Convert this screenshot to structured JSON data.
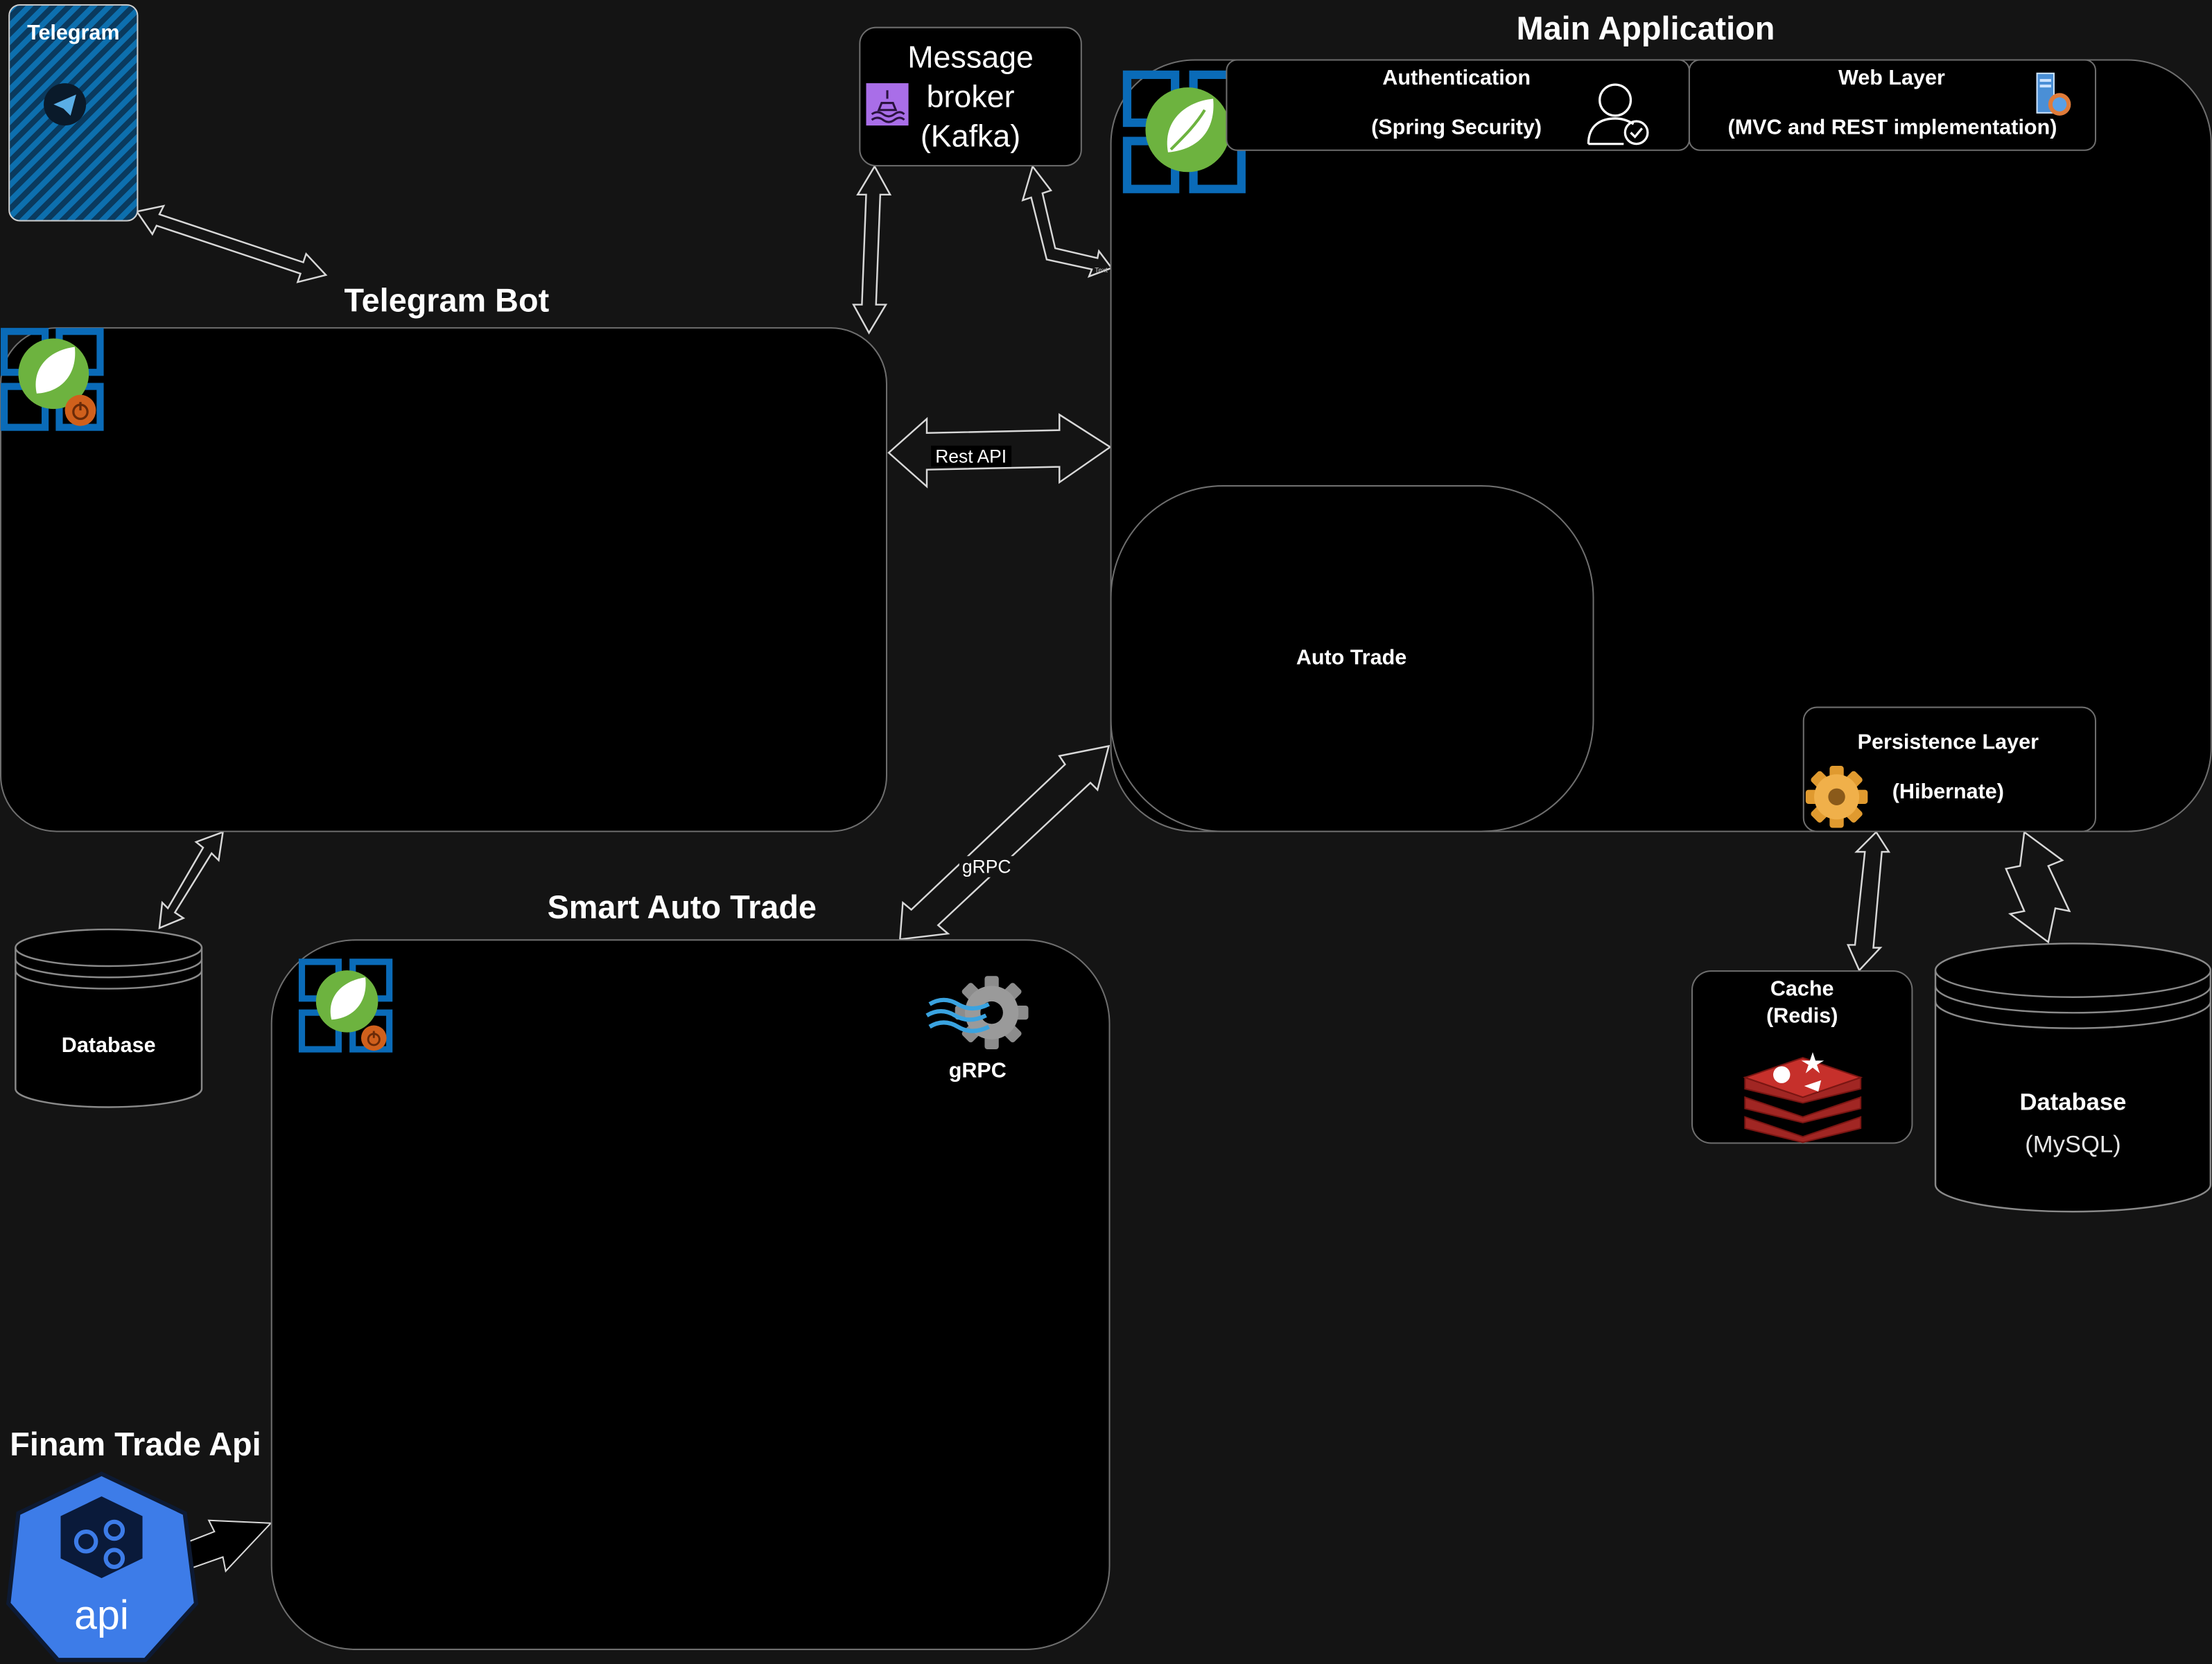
{
  "telegram": {
    "label": "Telegram",
    "icon": "telegram-phone-icon"
  },
  "message_broker": {
    "line1": "Message",
    "line2": "broker",
    "line3": "(Kafka)",
    "icon": "kafka-icon"
  },
  "main_app": {
    "title": "Main Application",
    "auth": {
      "title": "Authentication",
      "subtitle": "(Spring Security)",
      "icon": "user-check-icon"
    },
    "web": {
      "title": "Web Layer",
      "subtitle": "(MVC and REST implementation)",
      "icon": "web-server-icon"
    },
    "auto_trade": "Auto Trade",
    "persistence": {
      "title": "Persistence Layer",
      "subtitle": "(Hibernate)",
      "icon": "gear-icon"
    }
  },
  "telegram_bot": {
    "title": "Telegram Bot"
  },
  "smart_auto_trade": {
    "title": "Smart Auto Trade",
    "grpc_label": "gRPC"
  },
  "finam": {
    "title": "Finam Trade Api",
    "api_label": "api"
  },
  "bot_database": {
    "label": "Database"
  },
  "main_database": {
    "label": "Database",
    "sublabel": "(MySQL)"
  },
  "cache": {
    "line1": "Cache",
    "line2": "(Redis)",
    "icon": "redis-icon"
  },
  "connections": {
    "rest": "Rest API",
    "grpc": "gRPC"
  },
  "colors": {
    "background": "#141414",
    "box": "#000000",
    "border": "#6e6e6e",
    "spring_green": "#6db33f",
    "azure_blue": "#0a6bb8",
    "api_blue": "#3d7ce8",
    "kafka_purple": "#a96ee8",
    "redis_red": "#c6302b"
  }
}
